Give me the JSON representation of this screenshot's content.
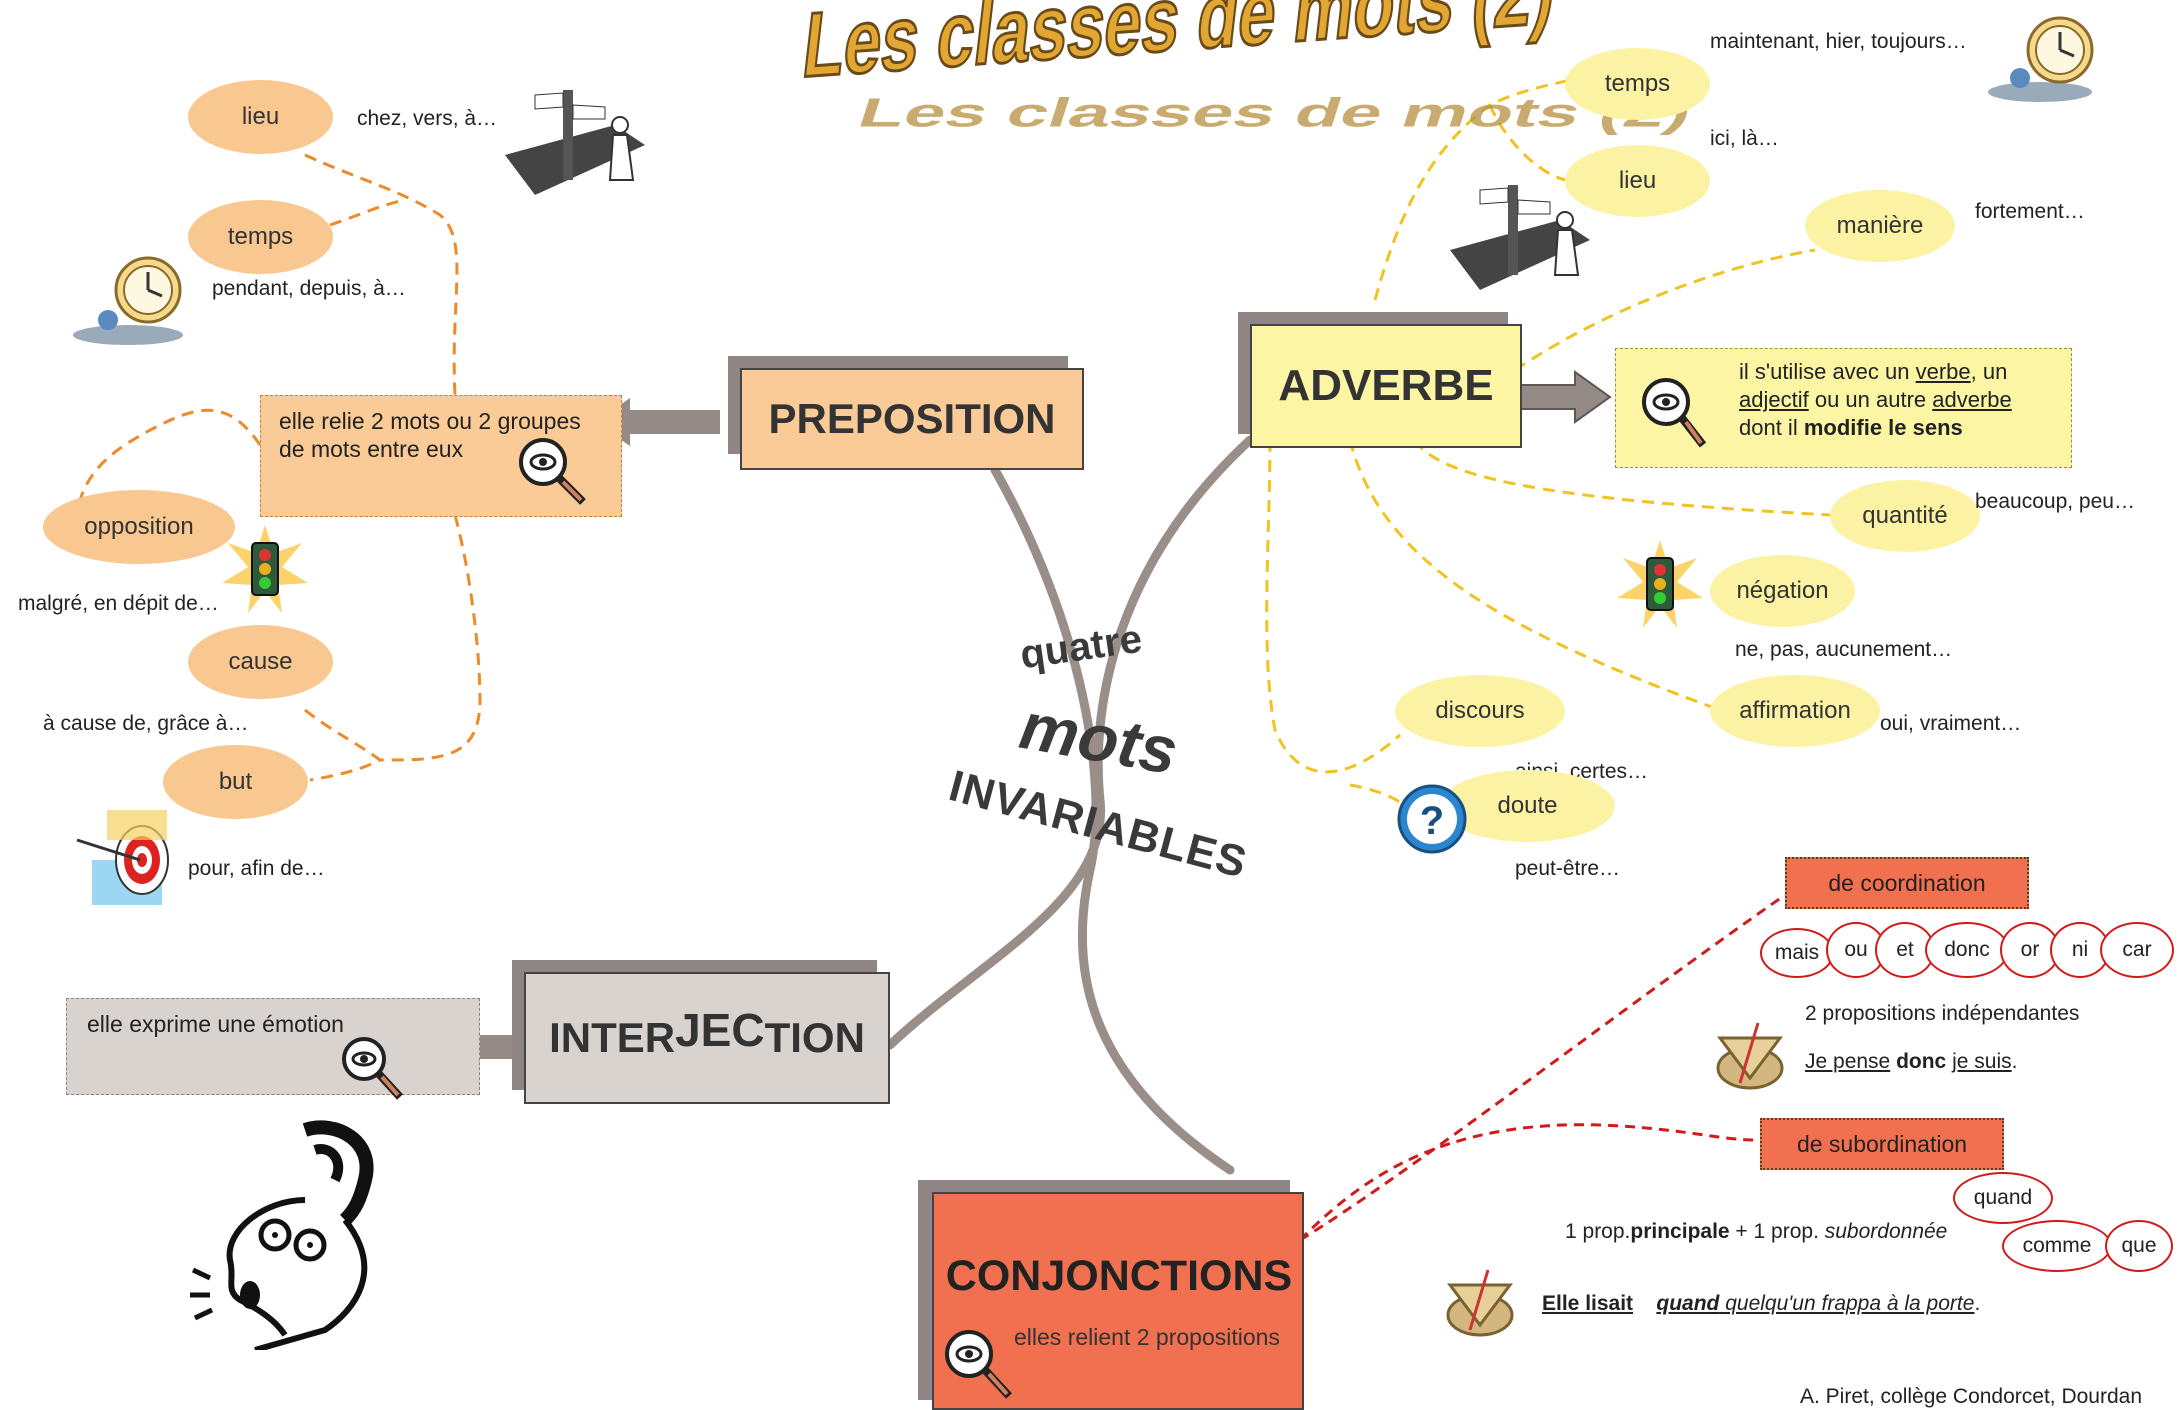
{
  "title": "Les classes de mots (2)",
  "center": {
    "line1": "quatre",
    "line2": "mots",
    "line3": "INVARIABLES"
  },
  "preposition": {
    "label": "PREPOSITION",
    "definition_line1": "elle relie 2 mots ou 2 groupes",
    "definition_line2": "de mots entre eux",
    "categories": [
      {
        "name": "lieu",
        "example": "chez, vers, à…"
      },
      {
        "name": "temps",
        "example": "pendant, depuis, à…"
      },
      {
        "name": "opposition",
        "example": "malgré, en dépit de…"
      },
      {
        "name": "cause",
        "example": "à cause de, grâce à…"
      },
      {
        "name": "but",
        "example": "pour, afin de…"
      }
    ]
  },
  "adverbe": {
    "label": "ADVERBE",
    "definition": {
      "p1": "il s'utilise avec un ",
      "verbe": "verbe",
      "p2": ", un",
      "adjectif": "adjectif",
      "p3": " ou un autre ",
      "adverbe": "adverbe",
      "p4": "dont il ",
      "bold": "modifie le sens"
    },
    "categories": [
      {
        "name": "temps",
        "example": "maintenant, hier, toujours…"
      },
      {
        "name": "lieu",
        "example": "ici, là…"
      },
      {
        "name": "manière",
        "example": "fortement…"
      },
      {
        "name": "quantité",
        "example": "beaucoup, peu…"
      },
      {
        "name": "négation",
        "example": "ne, pas, aucunement…"
      },
      {
        "name": "affirmation",
        "example": "oui, vraiment…"
      },
      {
        "name": "discours",
        "example": "ainsi, certes…"
      },
      {
        "name": "doute",
        "example": "peut-être…"
      }
    ]
  },
  "interjection": {
    "label_a": "INTER",
    "label_b": "JEC",
    "label_c": "TION",
    "definition": "elle exprime une émotion"
  },
  "conjonctions": {
    "label": "CONJONCTIONS",
    "definition": "elles relient 2 propositions",
    "coordination": {
      "label": "de coordination",
      "words": [
        "mais",
        "ou",
        "et",
        "donc",
        "or",
        "ni",
        "car"
      ],
      "note": "2 propositions indépendantes",
      "example": {
        "a": "Je pense",
        "b": "donc",
        "c": "je suis",
        "d": "."
      }
    },
    "subordination": {
      "label": "de subordination",
      "words": [
        "quand",
        "comme",
        "que"
      ],
      "note": {
        "a": "1 prop.",
        "b": "principale",
        "c": " + 1 prop. ",
        "d": "subordonnée"
      },
      "example": {
        "a": "Elle lisait",
        "b": "quand",
        "c": " quelqu'un frappa  à  la porte",
        "d": "."
      }
    }
  },
  "credit": "A. Piret, collège Condorcet, Dourdan",
  "colors": {
    "preposition": "#fbcb97",
    "adverbe": "#fbf5a4",
    "interjection": "#d9d3d0",
    "conjonctions": "#f07050",
    "orange_dash": "#ef8a2b",
    "yellow_dash": "#f2c320",
    "red_dash": "#d11b1b",
    "branch": "#9a8e89"
  },
  "icons": [
    "signpost-icon",
    "alarm-clock-icon",
    "traffic-light-icon",
    "target-icon",
    "magnifier-eye-icon",
    "question-mark-icon",
    "scales-icon",
    "surprised-face-icon",
    "arrow-icon"
  ]
}
